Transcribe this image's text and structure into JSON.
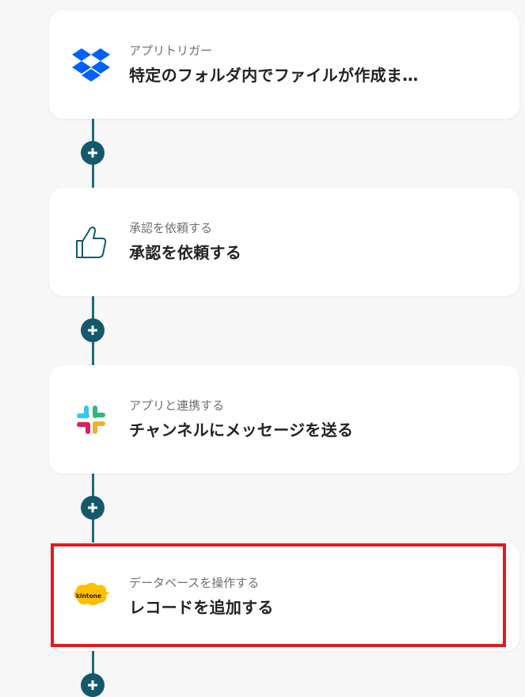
{
  "steps": [
    {
      "subtitle": "アプリトリガー",
      "title": "特定のフォルダ内でファイルが作成ま…",
      "icon": "dropbox-icon"
    },
    {
      "subtitle": "承認を依頼する",
      "title": "承認を依頼する",
      "icon": "thumbs-up-icon"
    },
    {
      "subtitle": "アプリと連携する",
      "title": "チャンネルにメッセージを送る",
      "icon": "slack-icon"
    },
    {
      "subtitle": "データベースを操作する",
      "title": "レコードを追加する",
      "icon": "kintone-icon"
    }
  ],
  "kintone_logo_text": "kintone",
  "colors": {
    "connector": "#1b6a7d",
    "add_button": "#13596b",
    "highlight": "#e3191e",
    "dropbox": "#0061fe",
    "kintone": "#ffbe00"
  }
}
